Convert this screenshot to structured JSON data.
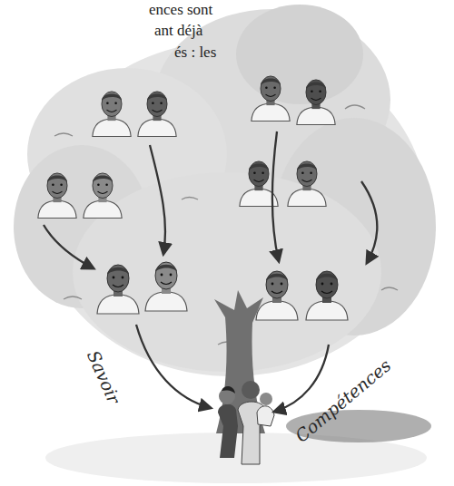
{
  "diagram": {
    "labels": [
      "ences sont",
      "ant déjà",
      "és : les",
      "Savoir",
      "Compétences"
    ]
  }
}
